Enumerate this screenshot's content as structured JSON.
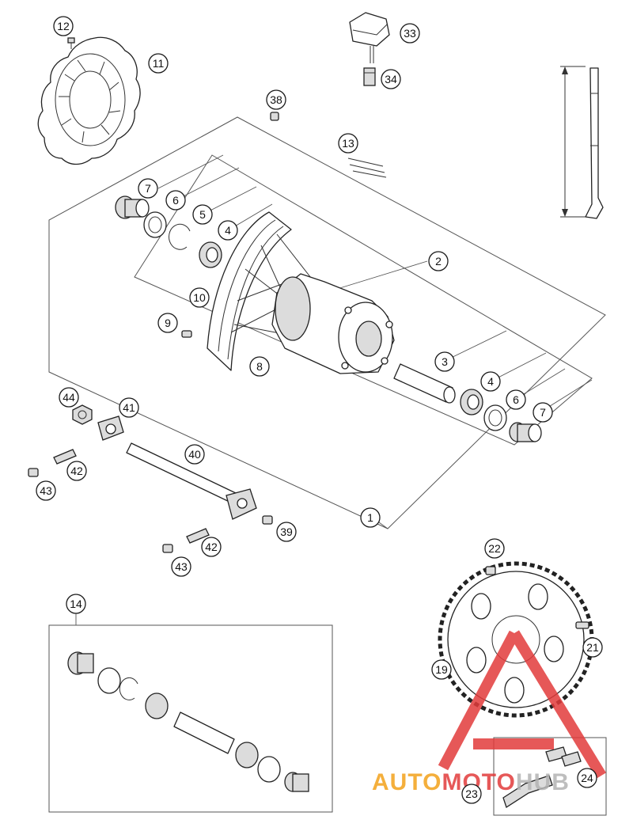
{
  "callouts": {
    "c1": "1",
    "c2": "2",
    "c3": "3",
    "c4a": "4",
    "c4b": "4",
    "c5": "5",
    "c6a": "6",
    "c6b": "6",
    "c7a": "7",
    "c7b": "7",
    "c8": "8",
    "c9": "9",
    "c10": "10",
    "c11": "11",
    "c12": "12",
    "c13": "13",
    "c14": "14",
    "c19": "19",
    "c21": "21",
    "c22": "22",
    "c23": "23",
    "c24": "24",
    "c33": "33",
    "c34": "34",
    "c38": "38",
    "c39": "39",
    "c40": "40",
    "c41": "41",
    "c42a": "42",
    "c42b": "42",
    "c43a": "43",
    "c43b": "43",
    "c44": "44"
  },
  "watermark": {
    "part1": "AUTO",
    "part2": "MOTO",
    "part3": "HUB",
    "color_orange": "#f3a21b",
    "color_red": "#e23b3b",
    "color_gray": "#b3b3b3"
  }
}
